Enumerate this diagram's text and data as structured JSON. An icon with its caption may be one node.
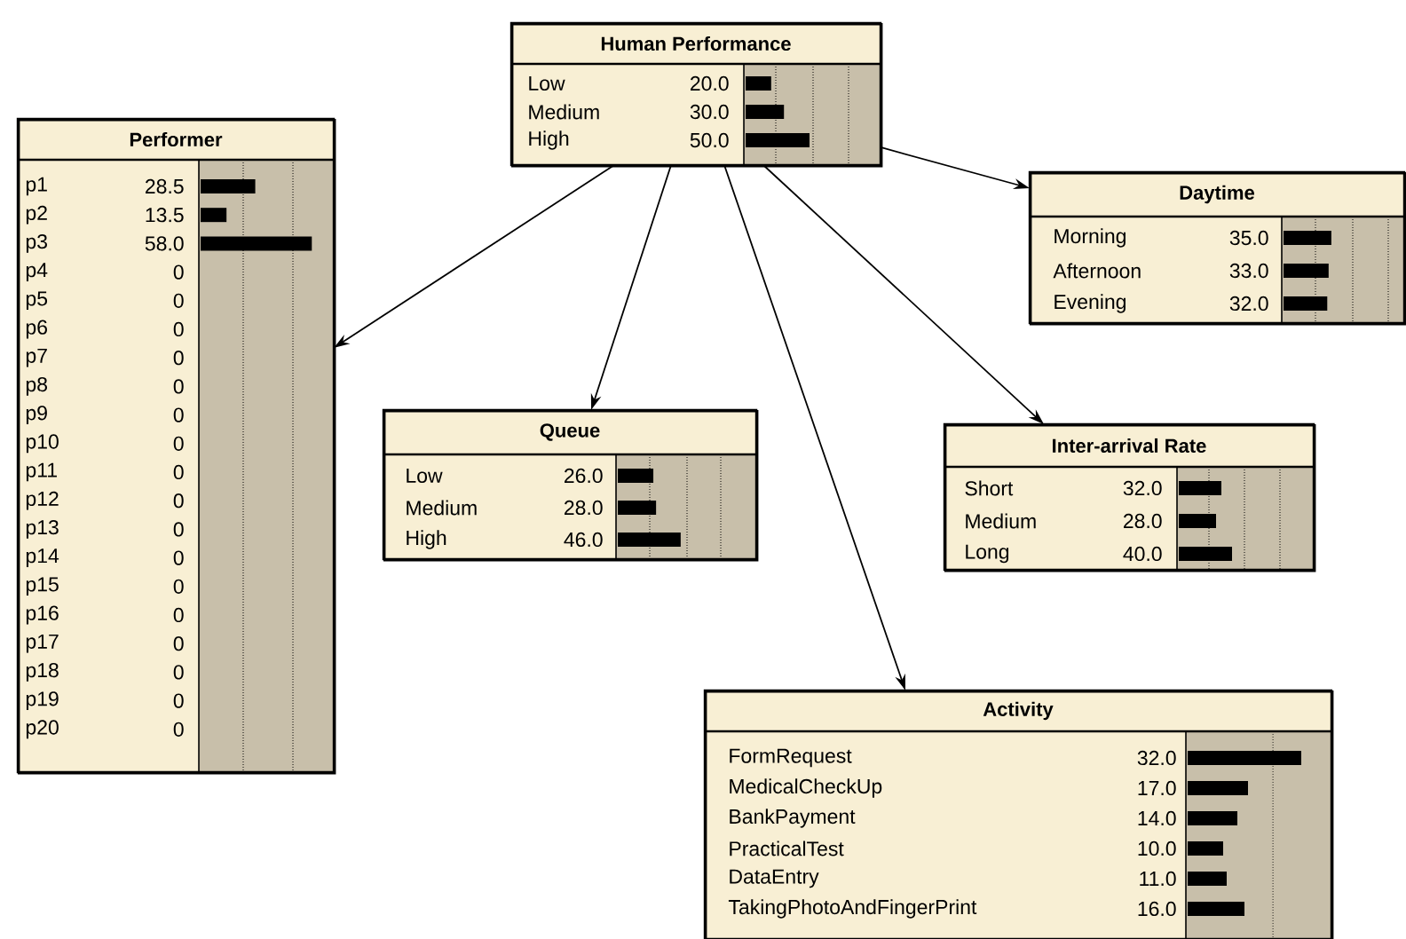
{
  "diagram": {
    "nodes": [
      {
        "text": [
          "Human Performance",
          "Low",
          "20.0",
          "Medium",
          "30.0",
          "High",
          "50.0"
        ]
      },
      {
        "text": [
          "Performer",
          "p1",
          "28.5",
          "p2",
          "13.5",
          "p3",
          "58.0",
          "p4",
          "0",
          "p5",
          "0",
          "p6",
          "0",
          "p7",
          "0",
          "p8",
          "0",
          "p9",
          "0",
          "p10",
          "0",
          "p11",
          "0",
          "p12",
          "0",
          "p13",
          "0",
          "p14",
          "0",
          "p15",
          "0",
          "p16",
          "0",
          "p17",
          "0",
          "p18",
          "0",
          "p19",
          "0",
          "p20",
          "0"
        ]
      },
      {
        "text": [
          "Daytime",
          "Morning",
          "35.0",
          "Afternoon",
          "33.0",
          "Evening",
          "32.0"
        ]
      },
      {
        "text": [
          "Queue",
          "Low",
          "26.0",
          "Medium",
          "28.0",
          "High",
          "46.0"
        ]
      },
      {
        "text": [
          "Inter-arrival Rate",
          "Short",
          "32.0",
          "Medium",
          "28.0",
          "Long",
          "40.0"
        ]
      },
      {
        "text": [
          "Activity",
          "FormRequest",
          "32.0",
          "MedicalCheckUp",
          "17.0",
          "BankPayment",
          "14.0",
          "PracticalTest",
          "10.0",
          "DataEntry",
          "11.0",
          "TakingPhotoAndFingerPrint",
          "16.0"
        ]
      }
    ],
    "edges": [
      {
        "from": 0,
        "to": 1,
        "arrow": "to"
      },
      {
        "from": 0,
        "to": 2,
        "arrow": "to"
      },
      {
        "from": 0,
        "to": 3,
        "arrow": "to"
      },
      {
        "from": 0,
        "to": 4,
        "arrow": "to"
      },
      {
        "from": 0,
        "to": 5,
        "arrow": "to"
      }
    ]
  }
}
